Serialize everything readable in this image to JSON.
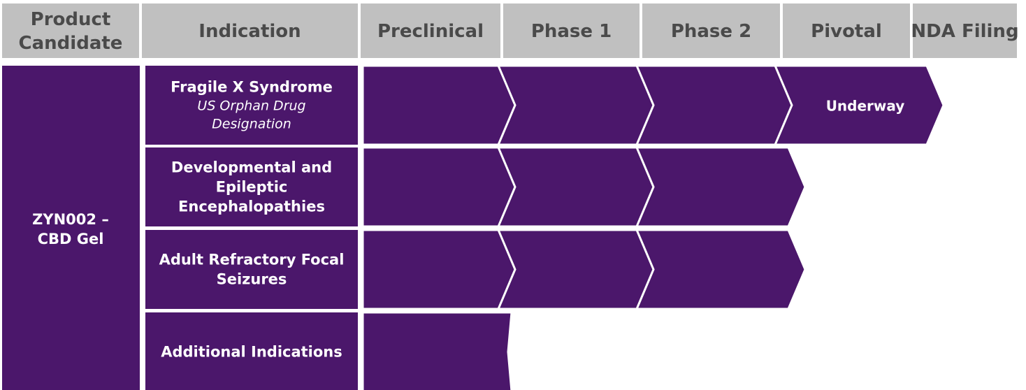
{
  "colors": {
    "header_bg": "#c0c0c0",
    "header_text": "#4a4a4a",
    "purple": "#4b176b",
    "white": "#ffffff"
  },
  "header": {
    "columns": [
      {
        "key": "product",
        "lines": [
          "Product",
          "Candidate"
        ]
      },
      {
        "key": "indication",
        "lines": [
          "Indication"
        ]
      },
      {
        "key": "preclinical",
        "lines": [
          "Preclinical"
        ]
      },
      {
        "key": "phase1",
        "lines": [
          "Phase 1"
        ]
      },
      {
        "key": "phase2",
        "lines": [
          "Phase 2"
        ]
      },
      {
        "key": "pivotal",
        "lines": [
          "Pivotal"
        ]
      },
      {
        "key": "nda",
        "lines": [
          "NDA Filing"
        ]
      }
    ]
  },
  "product": {
    "name_lines": [
      "ZYN002 –",
      "CBD Gel"
    ]
  },
  "indications": [
    {
      "name_lines": [
        "Fragile X Syndrome"
      ],
      "note_lines": [
        "US Orphan Drug",
        "Designation"
      ],
      "stages_reached": 4,
      "progress_label": "Underway"
    },
    {
      "name_lines": [
        "Developmental and",
        "Epileptic",
        "Encephalopathies"
      ],
      "note_lines": [],
      "stages_reached": 3,
      "progress_label": ""
    },
    {
      "name_lines": [
        "Adult Refractory Focal",
        "Seizures"
      ],
      "note_lines": [],
      "stages_reached": 3,
      "progress_label": ""
    },
    {
      "name_lines": [
        "Additional Indications"
      ],
      "note_lines": [],
      "stages_reached": 1,
      "progress_label": ""
    }
  ]
}
